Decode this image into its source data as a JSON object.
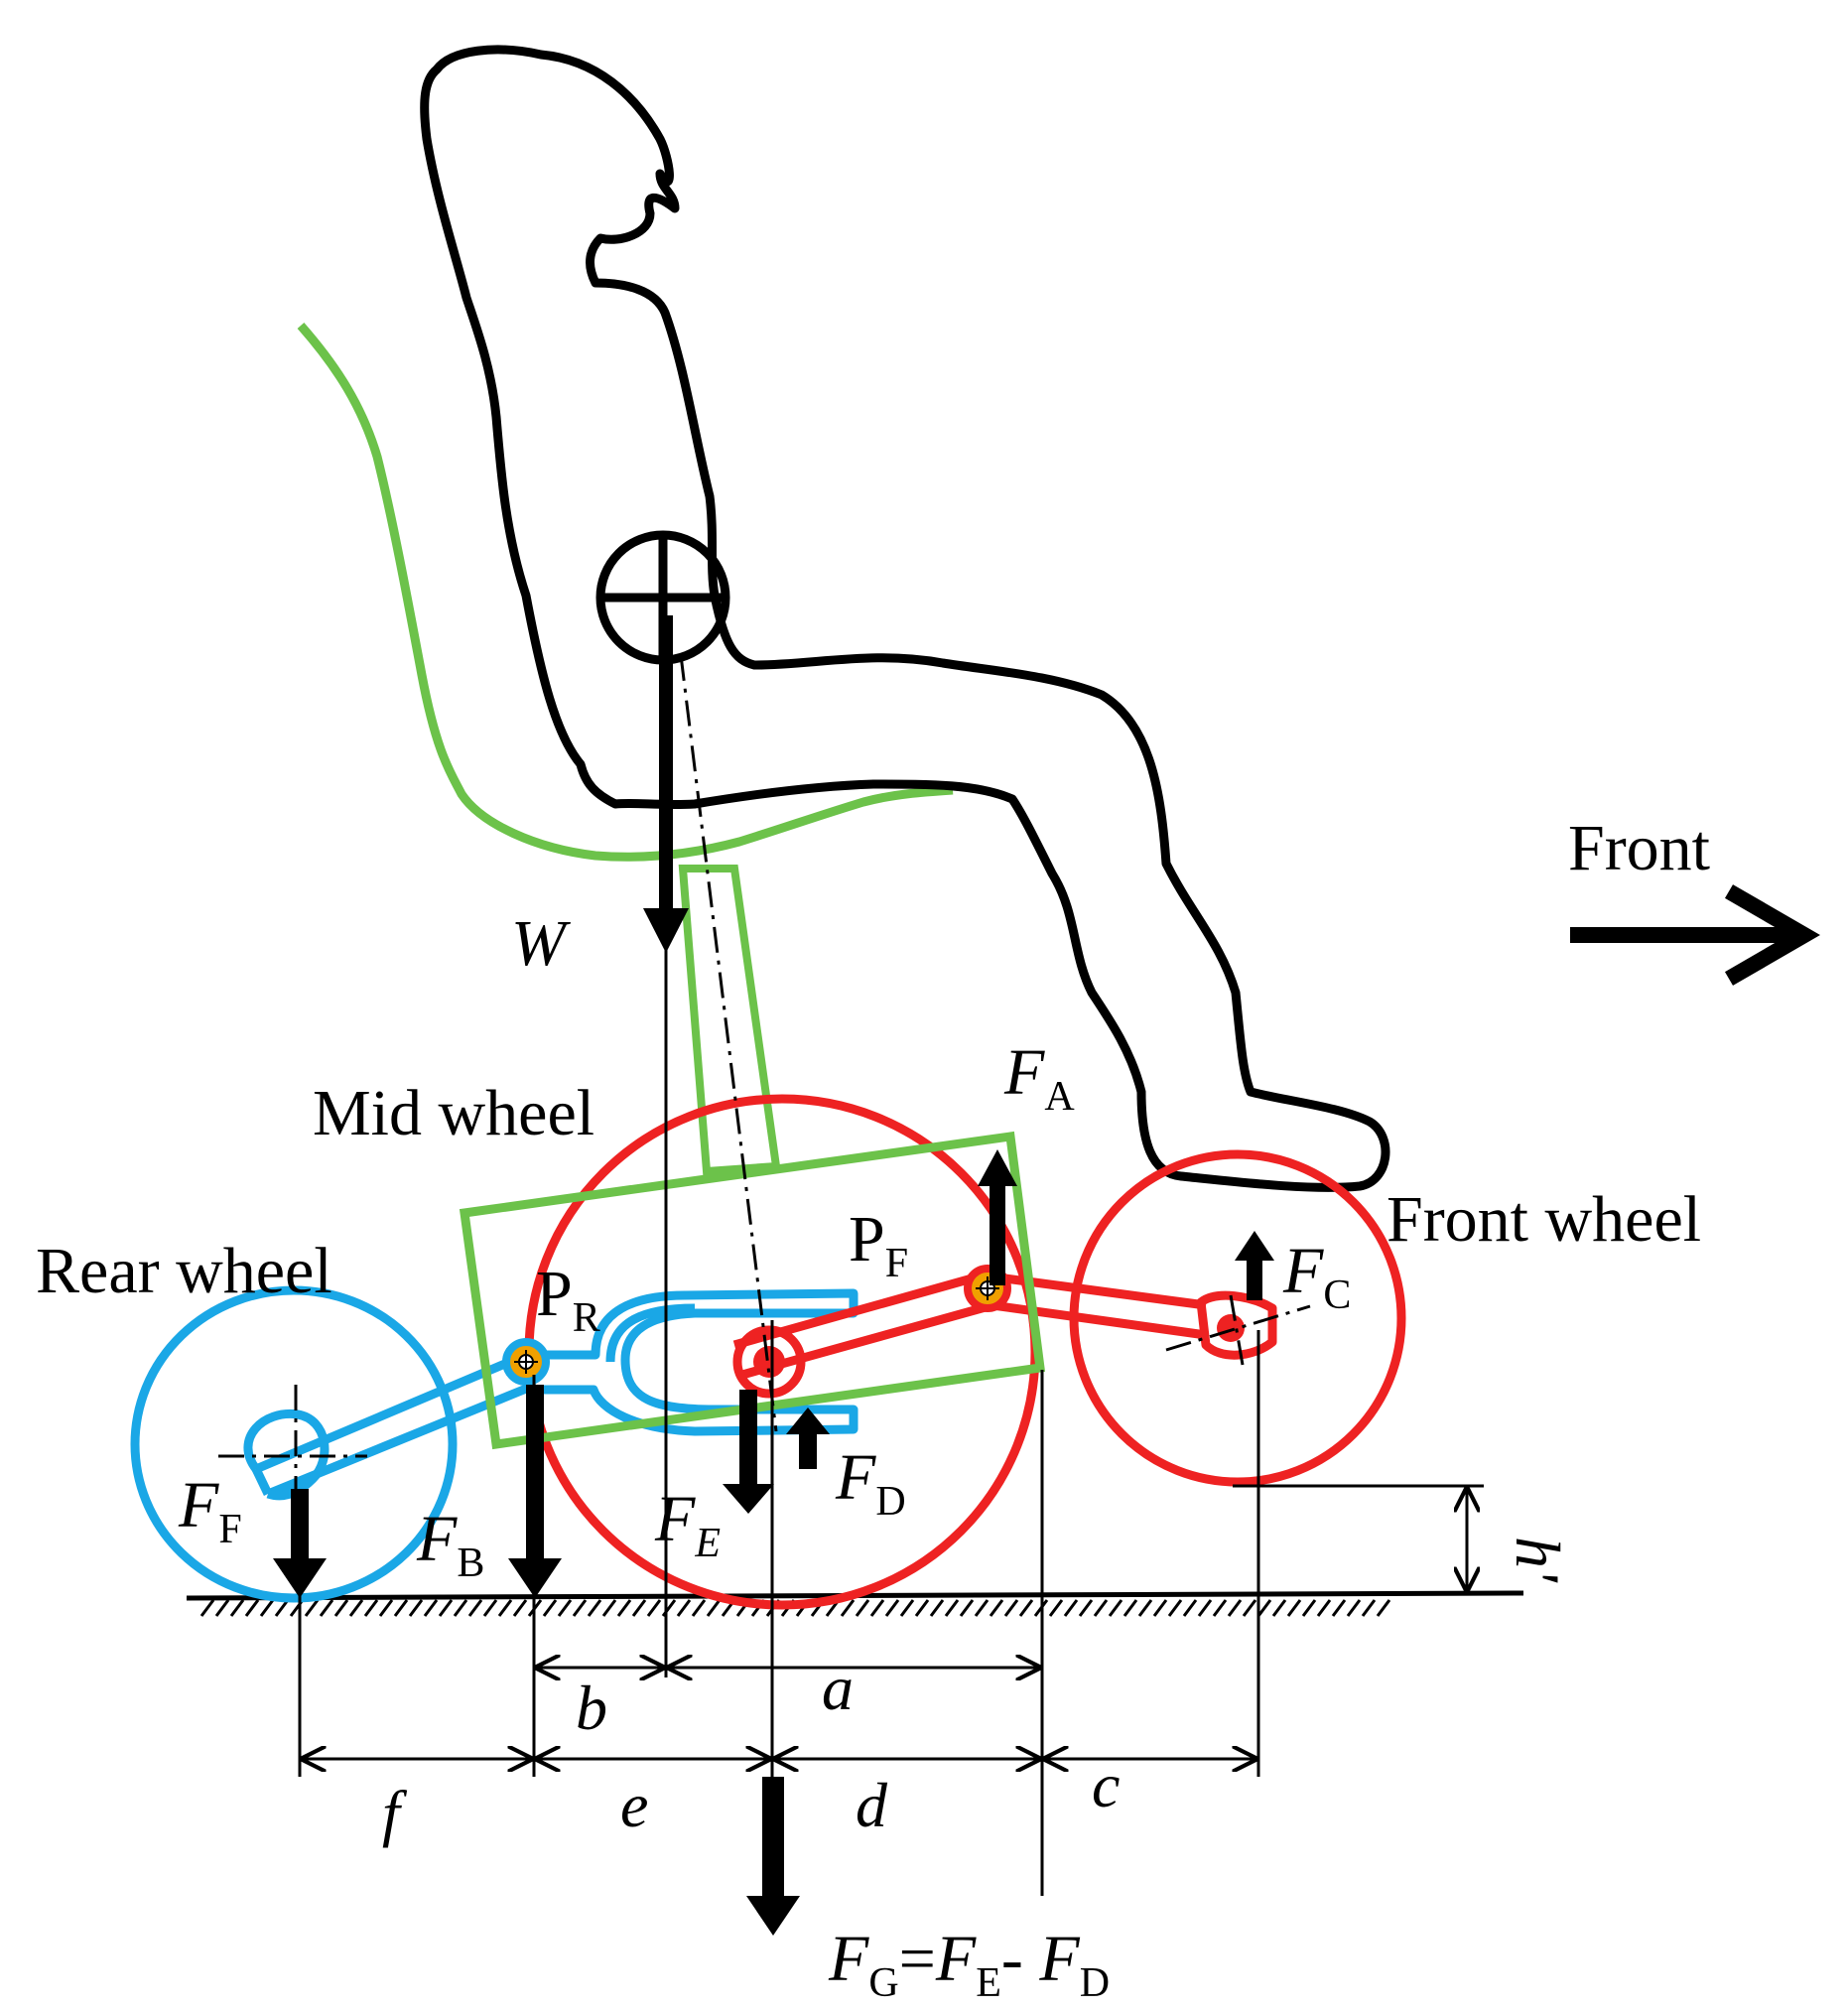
{
  "labels": {
    "front": "Front",
    "mid_wheel": "Mid wheel",
    "front_wheel": "Front wheel",
    "rear_wheel": "Rear wheel"
  },
  "forces": {
    "W": "W",
    "FA": {
      "main": "F",
      "sub": "A"
    },
    "FC": {
      "main": "F",
      "sub": "C"
    },
    "FD": {
      "main": "F",
      "sub": "D"
    },
    "FE": {
      "main": "F",
      "sub": "E"
    },
    "FB": {
      "main": "F",
      "sub": "B"
    },
    "FF": {
      "main": "F",
      "sub": "F"
    },
    "FG_eq": {
      "f1": "F",
      "s1": "G",
      "eq": "=",
      "f2": "F",
      "s2": "E",
      "minus": "- ",
      "f3": "F",
      "s3": "D"
    }
  },
  "pivots": {
    "PR": {
      "main": "P",
      "sub": "R"
    },
    "PF": {
      "main": "P",
      "sub": "F"
    }
  },
  "dimensions": {
    "a": "a",
    "b": "b",
    "c": "c",
    "d": "d",
    "e": "e",
    "f": "f",
    "h": "h'"
  },
  "colors": {
    "rear_system": "#1aa7e6",
    "mid_front_system": "#ee2222",
    "seat_frame": "#6cc24a",
    "pivot_fill": "#f0a000",
    "ink": "#000000"
  }
}
